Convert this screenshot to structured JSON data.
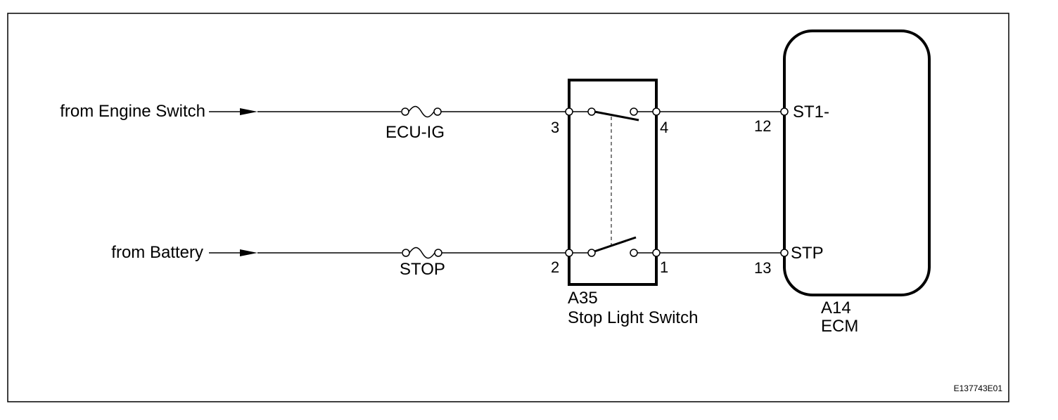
{
  "inputs": {
    "engine_switch": "from Engine Switch",
    "battery": "from Battery"
  },
  "fuses": {
    "ecu_ig": "ECU-IG",
    "stop": "STOP"
  },
  "switch": {
    "code": "A35",
    "name": "Stop Light Switch",
    "pins": {
      "p3": "3",
      "p4": "4",
      "p2": "2",
      "p1": "1"
    }
  },
  "ecm": {
    "code": "A14",
    "name": "ECM",
    "pins": {
      "p12": "12",
      "p13": "13"
    },
    "signals": {
      "st1": "ST1-",
      "stp": "STP"
    }
  },
  "figure_id": "E137743E01"
}
